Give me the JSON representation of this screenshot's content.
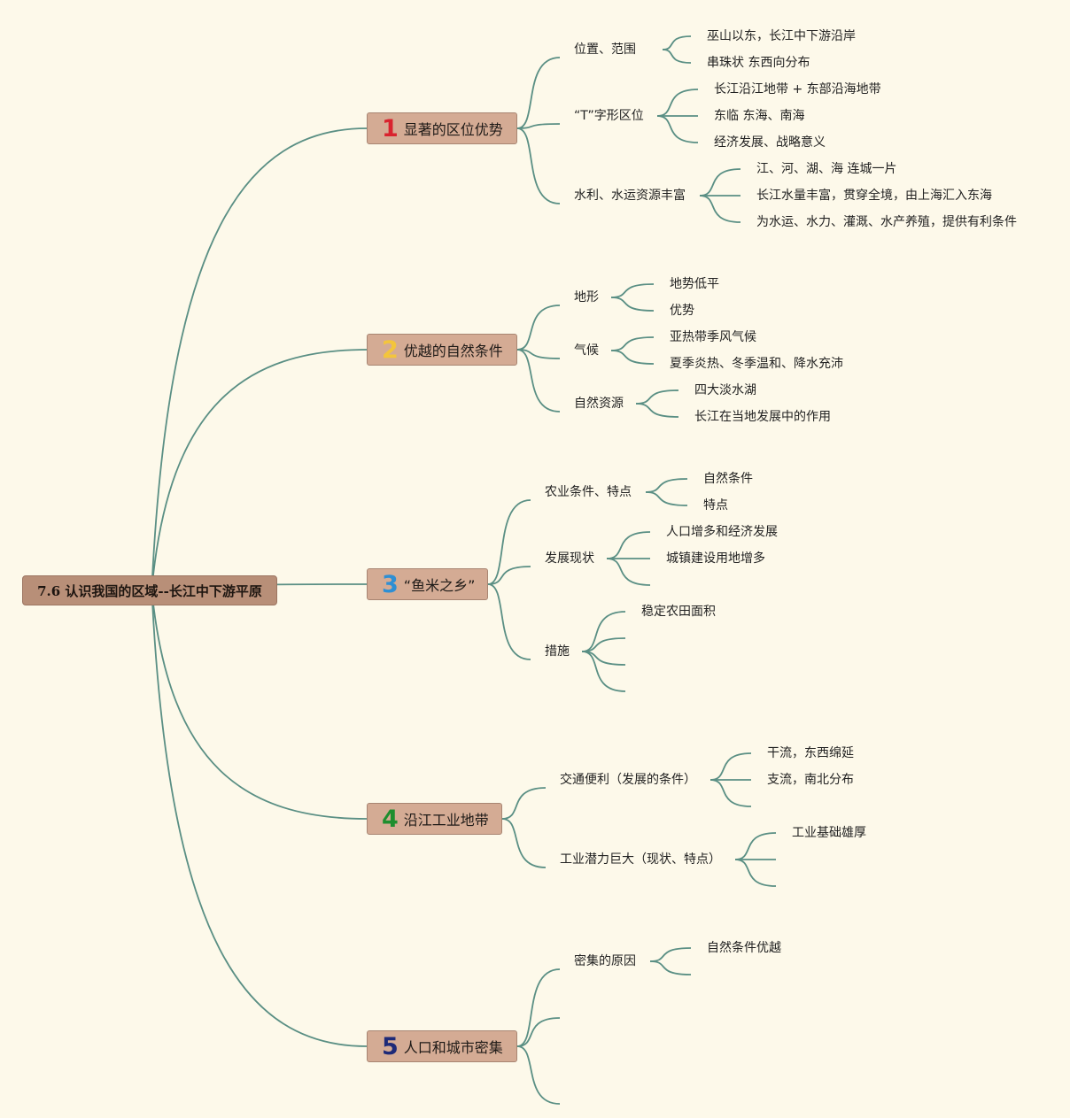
{
  "root": {
    "label": "7.6 认识我国的区域--长江中下游平原"
  },
  "topics": [
    {
      "number": "1",
      "number_color": "#d9232e",
      "label": "显著的区位优势",
      "subs": [
        {
          "label": "位置、范围",
          "leaves": [
            "巫山以东，长江中下游沿岸",
            "串珠状 东西向分布"
          ]
        },
        {
          "label": "“T”字形区位",
          "leaves": [
            "长江沿江地带 + 东部沿海地带",
            "东临 东海、南海",
            "经济发展、战略意义"
          ]
        },
        {
          "label": "水利、水运资源丰富",
          "leaves": [
            "江、河、湖、海 连城一片",
            "长江水量丰富，贯穿全境，由上海汇入东海",
            "为水运、水力、灌溉、水产养殖，提供有利条件"
          ]
        }
      ]
    },
    {
      "number": "2",
      "number_color": "#f3c53c",
      "label": "优越的自然条件",
      "subs": [
        {
          "label": "地形",
          "leaves": [
            "地势低平",
            "优势"
          ]
        },
        {
          "label": "气候",
          "leaves": [
            "亚热带季风气候",
            "夏季炎热、冬季温和、降水充沛"
          ]
        },
        {
          "label": "自然资源",
          "leaves": [
            "四大淡水湖",
            "长江在当地发展中的作用"
          ]
        }
      ]
    },
    {
      "number": "3",
      "number_color": "#2e8fd4",
      "label": "“鱼米之乡”",
      "subs": [
        {
          "label": "农业条件、特点",
          "leaves": [
            "自然条件",
            "特点"
          ]
        },
        {
          "label": "发展现状",
          "leaves": [
            "人口增多和经济发展",
            "城镇建设用地增多",
            ""
          ]
        },
        {
          "label": "措施",
          "leaves": [
            "稳定农田面积",
            "",
            "",
            ""
          ]
        }
      ]
    },
    {
      "number": "4",
      "number_color": "#1e8e2e",
      "label": "沿江工业地带",
      "subs": [
        {
          "label": "交通便利（发展的条件）",
          "leaves": [
            "干流，东西绵延",
            "支流，南北分布",
            ""
          ]
        },
        {
          "label": "工业潜力巨大（现状、特点）",
          "leaves": [
            "工业基础雄厚",
            "",
            ""
          ]
        }
      ]
    },
    {
      "number": "5",
      "number_color": "#1e2a78",
      "label": "人口和城市密集",
      "subs": [
        {
          "label": "密集的原因",
          "leaves": [
            "自然条件优越",
            ""
          ]
        },
        {
          "label": "",
          "leaves": []
        },
        {
          "label": "",
          "leaves": []
        }
      ]
    }
  ]
}
